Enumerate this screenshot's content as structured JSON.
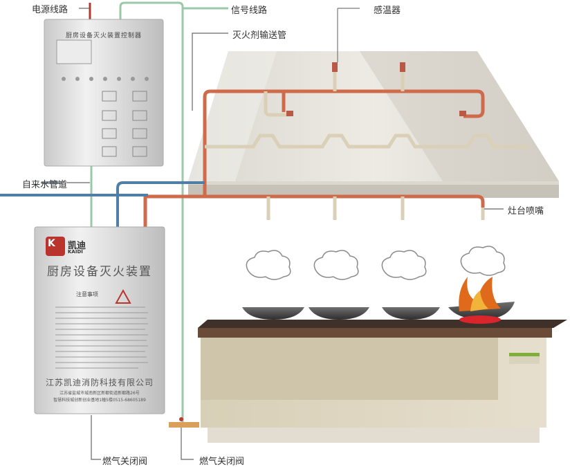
{
  "labels": {
    "power_line": "电源线路",
    "signal_line": "信号线路",
    "temp_sensor": "感温器",
    "agent_pipe": "灭火剂输送管",
    "water_pipe": "自来水管道",
    "stove_nozzle": "灶台喷嘴",
    "gas_valve_left": "燃气关闭阀",
    "gas_valve_right": "燃气关闭阀"
  },
  "controller": {
    "title": "厨房设备灭火装置控制器"
  },
  "cabinet": {
    "brand_cn": "凯迪",
    "brand_en": "KAIDI",
    "title": "厨房设备灭火装置",
    "notice_title": "注意事项",
    "company": "江苏凯迪消防科技有限公司",
    "address_line1": "江苏省盐城市城南新区新都街道新都路26号",
    "address_line2": "智慧科技城创新创业基地1幢5楼0515-68605189"
  },
  "colors": {
    "signal_line": "#9bc9a8",
    "power_line": "#b03a2e",
    "agent_pipe": "#cf6a4a",
    "water_pipe": "#4f7fa6",
    "hood": "#dedbd2",
    "counter": "#6a4b38"
  }
}
